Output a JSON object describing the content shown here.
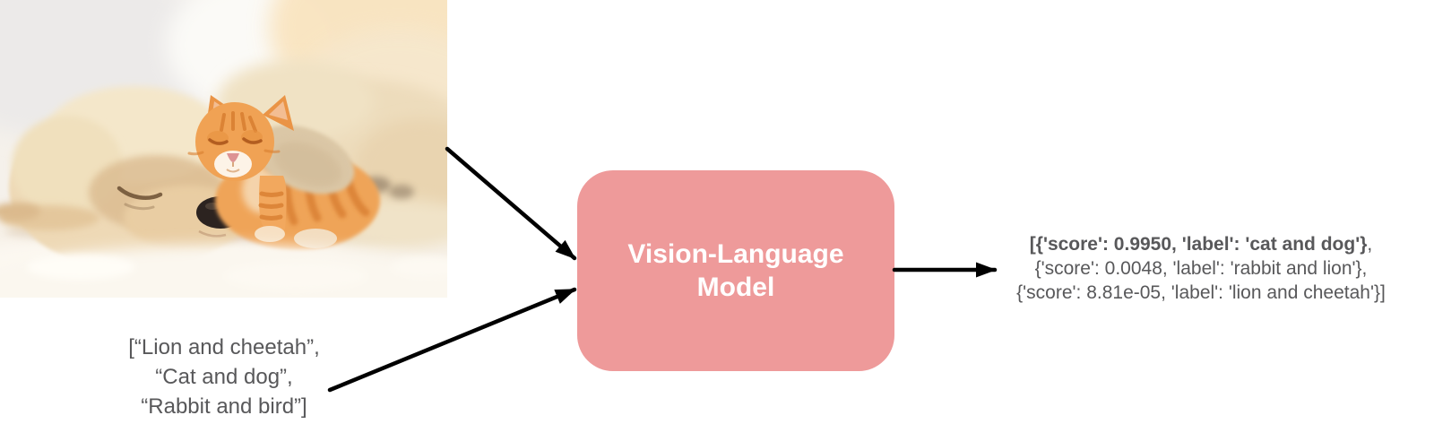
{
  "page": {
    "background": "#ffffff"
  },
  "photo": {
    "alt": "photo of a sleeping cream puppy with an orange tabby kitten resting on its head"
  },
  "input_labels": {
    "line1": "[“Lion and cheetah”,",
    "line2": "“Cat and dog”,",
    "line3": "“Rabbit and bird”]"
  },
  "model": {
    "line1": "Vision-Language",
    "line2": "Model",
    "box_color": "#ee9a9a",
    "text_color": "#ffffff"
  },
  "output": {
    "line1_bold": "[{'score': 0.9950, 'label': 'cat and dog'}",
    "line1_tail": ",",
    "line2": "{'score': 0.0048, 'label': 'rabbit and lion'},",
    "line3": "{'score': 8.81e-05, 'label': 'lion and cheetah'}]",
    "text_color": "#58585a"
  },
  "arrows": {
    "color": "#000000"
  }
}
